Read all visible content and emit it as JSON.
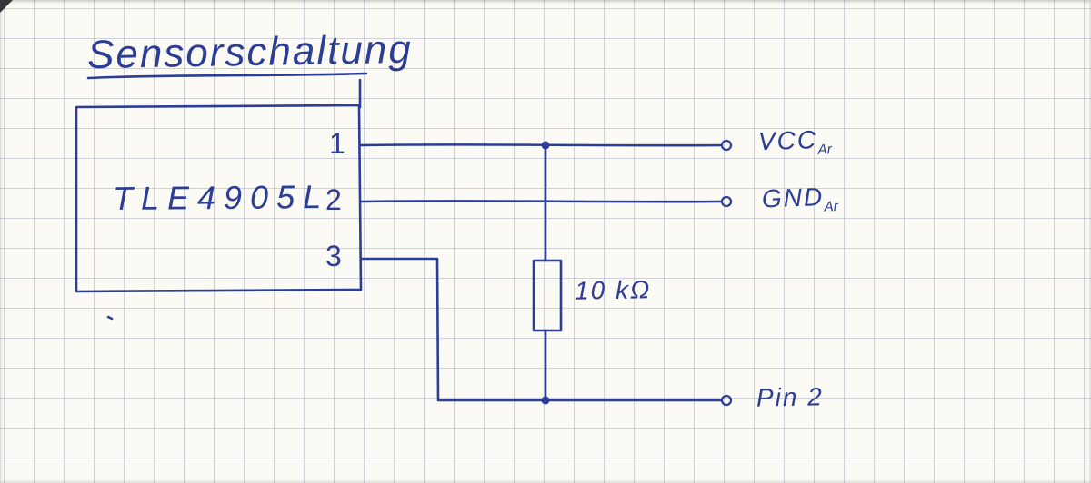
{
  "diagram": {
    "title": "Sensorschaltung",
    "component": {
      "label": "TLE4905L",
      "pins": [
        "1",
        "2",
        "3"
      ]
    },
    "nets": {
      "vcc": {
        "label": "VCC",
        "sub": "Ar"
      },
      "gnd": {
        "label": "GND",
        "sub": "Ar"
      },
      "out": {
        "label": "Pin 2"
      }
    },
    "resistor": {
      "value": "10 kΩ"
    },
    "colors": {
      "ink": "#2c3d96",
      "grid": "#c5cad8",
      "paper": "#fbfaf5"
    }
  }
}
